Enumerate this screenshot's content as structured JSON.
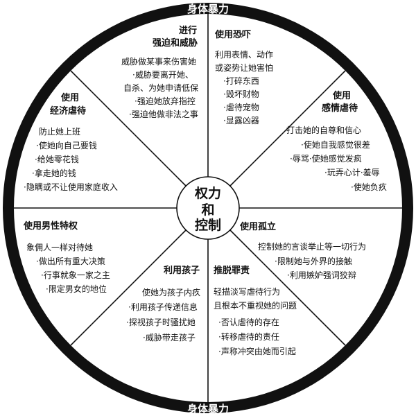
{
  "band_label_top": "身体暴力",
  "band_label_bottom": "身体暴力",
  "center": {
    "line1": "权力",
    "line2": "和",
    "line3": "控制"
  },
  "segments": {
    "coercion": {
      "title1": "进行",
      "title2": "强迫和威胁",
      "items": [
        "威胁做某事来伤害她",
        "·威胁要离开她、",
        "自杀、为她申请低保",
        "·强迫她放弃指控",
        "·强迫他做非法之事"
      ]
    },
    "intimidation": {
      "title": "使用恐吓",
      "items": [
        "利用表情、动作",
        "或姿势让她害怕",
        "·打碎东西",
        "·毁坏财物",
        "·虐待宠物",
        "·显露凶器"
      ]
    },
    "emotional": {
      "title1": "使用",
      "title2": "感情虐待",
      "items": [
        "打击她的自尊和信心",
        "·使她自我感觉很差",
        "·辱骂·使她感觉发疯",
        "·玩弄心计·羞辱",
        "·使她负疚"
      ]
    },
    "isolation": {
      "title": "使用孤立",
      "items": [
        "控制她的言谈举止等一切行为",
        "·限制她与外界的接触",
        "·利用嫉妒强词狡辩"
      ]
    },
    "blaming": {
      "title": "推脱罪责",
      "items": [
        "轻描淡写虐待行为",
        "且根本不重视她的问题",
        "·否认虐待的存在",
        "·转移虐待的责任",
        "·声称冲突由她而引起"
      ]
    },
    "children": {
      "title": "利用孩子",
      "items": [
        "使她为孩子内疚",
        "·利用孩子传递信息",
        "·探视孩子时骚扰她",
        "·威胁带走孩子"
      ]
    },
    "privilege": {
      "title": "使用男性特权",
      "items": [
        "象佣人一样对待她",
        "·做出所有重大决策",
        "·行事就象一家之主",
        "·限定男女的地位"
      ]
    },
    "economic": {
      "title1": "使用",
      "title2": "经济虐待",
      "items": [
        "防止她上班",
        "·使她向自己要钱",
        "·给她零花钱",
        "·拿走她的钱",
        "·隐瞒或不让使用家庭收入"
      ]
    }
  }
}
